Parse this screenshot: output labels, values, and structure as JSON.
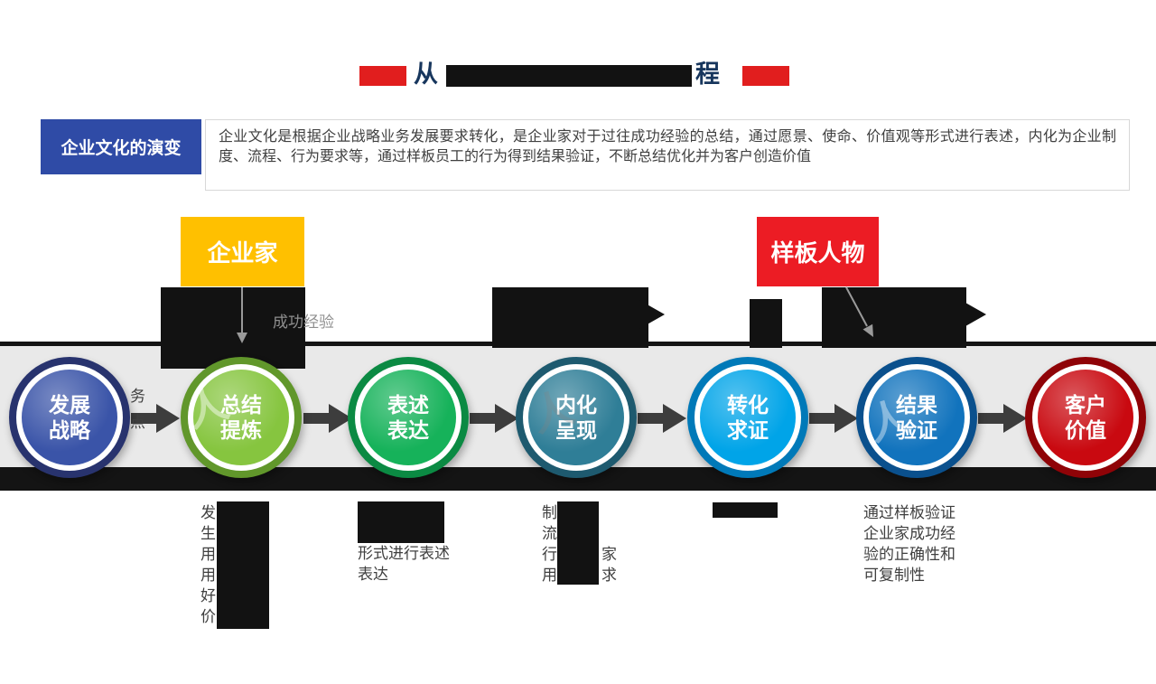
{
  "colors": {
    "accent_red": "#E11E1E",
    "heading_blue": "#2F4BA6",
    "callout_yellow": "#FFC000",
    "callout_red": "#EC1C24",
    "band_gray": "#E9E9E9",
    "band_dark": "#141414",
    "redaction": "#121212",
    "text_dark": "#3F3F3F",
    "title_navy": "#17365D"
  },
  "title": {
    "left_fragment": "从",
    "right_fragment": "程"
  },
  "intro": {
    "heading": "企业文化的演变",
    "body": "企业文化是根据企业战略业务发展要求转化，是企业家对于过往成功经验的总结，通过愿景、使命、价值观等形式进行表述，内化为企业制度、流程、行为要求等，通过样板员工的行为得到结果验证，不断总结优化并为客户创造价值"
  },
  "callouts": {
    "entrepreneur": "企业家",
    "model_person": "样板人物",
    "success_experience": "成功经验",
    "focus_fragment_top": "务",
    "focus_fragment_bottom": "点"
  },
  "steps": [
    {
      "line1": "发展",
      "line2": "战略",
      "fill": "#3A54A8",
      "ring": "#28336E"
    },
    {
      "line1": "总结",
      "line2": "提炼",
      "fill": "#86C53F",
      "ring": "#61972B"
    },
    {
      "line1": "表述",
      "line2": "表达",
      "fill": "#16B25A",
      "ring": "#0B8A43"
    },
    {
      "line1": "内化",
      "line2": "呈现",
      "fill": "#2F7E97",
      "ring": "#1E5A6F"
    },
    {
      "line1": "转化",
      "line2": "求证",
      "fill": "#00A4E8",
      "ring": "#0079B8"
    },
    {
      "line1": "结果",
      "line2": "验证",
      "fill": "#1173BD",
      "ring": "#0A508D"
    },
    {
      "line1": "客户",
      "line2": "价值",
      "fill": "#C90910",
      "ring": "#8F0307"
    }
  ],
  "notes": {
    "step2_column": [
      "发",
      "生",
      "用",
      "用",
      "好",
      "价"
    ],
    "step3_lines": [
      "形式进行表述",
      "表达"
    ],
    "step4_left": [
      "制",
      "流",
      "行",
      "用"
    ],
    "step4_right_line3": "家",
    "step4_right_line4": "求",
    "step6_lines": [
      "通过样板验证",
      "企业家成功经",
      "验的正确性和",
      "可复制性"
    ]
  },
  "watermark_glyph": "人"
}
